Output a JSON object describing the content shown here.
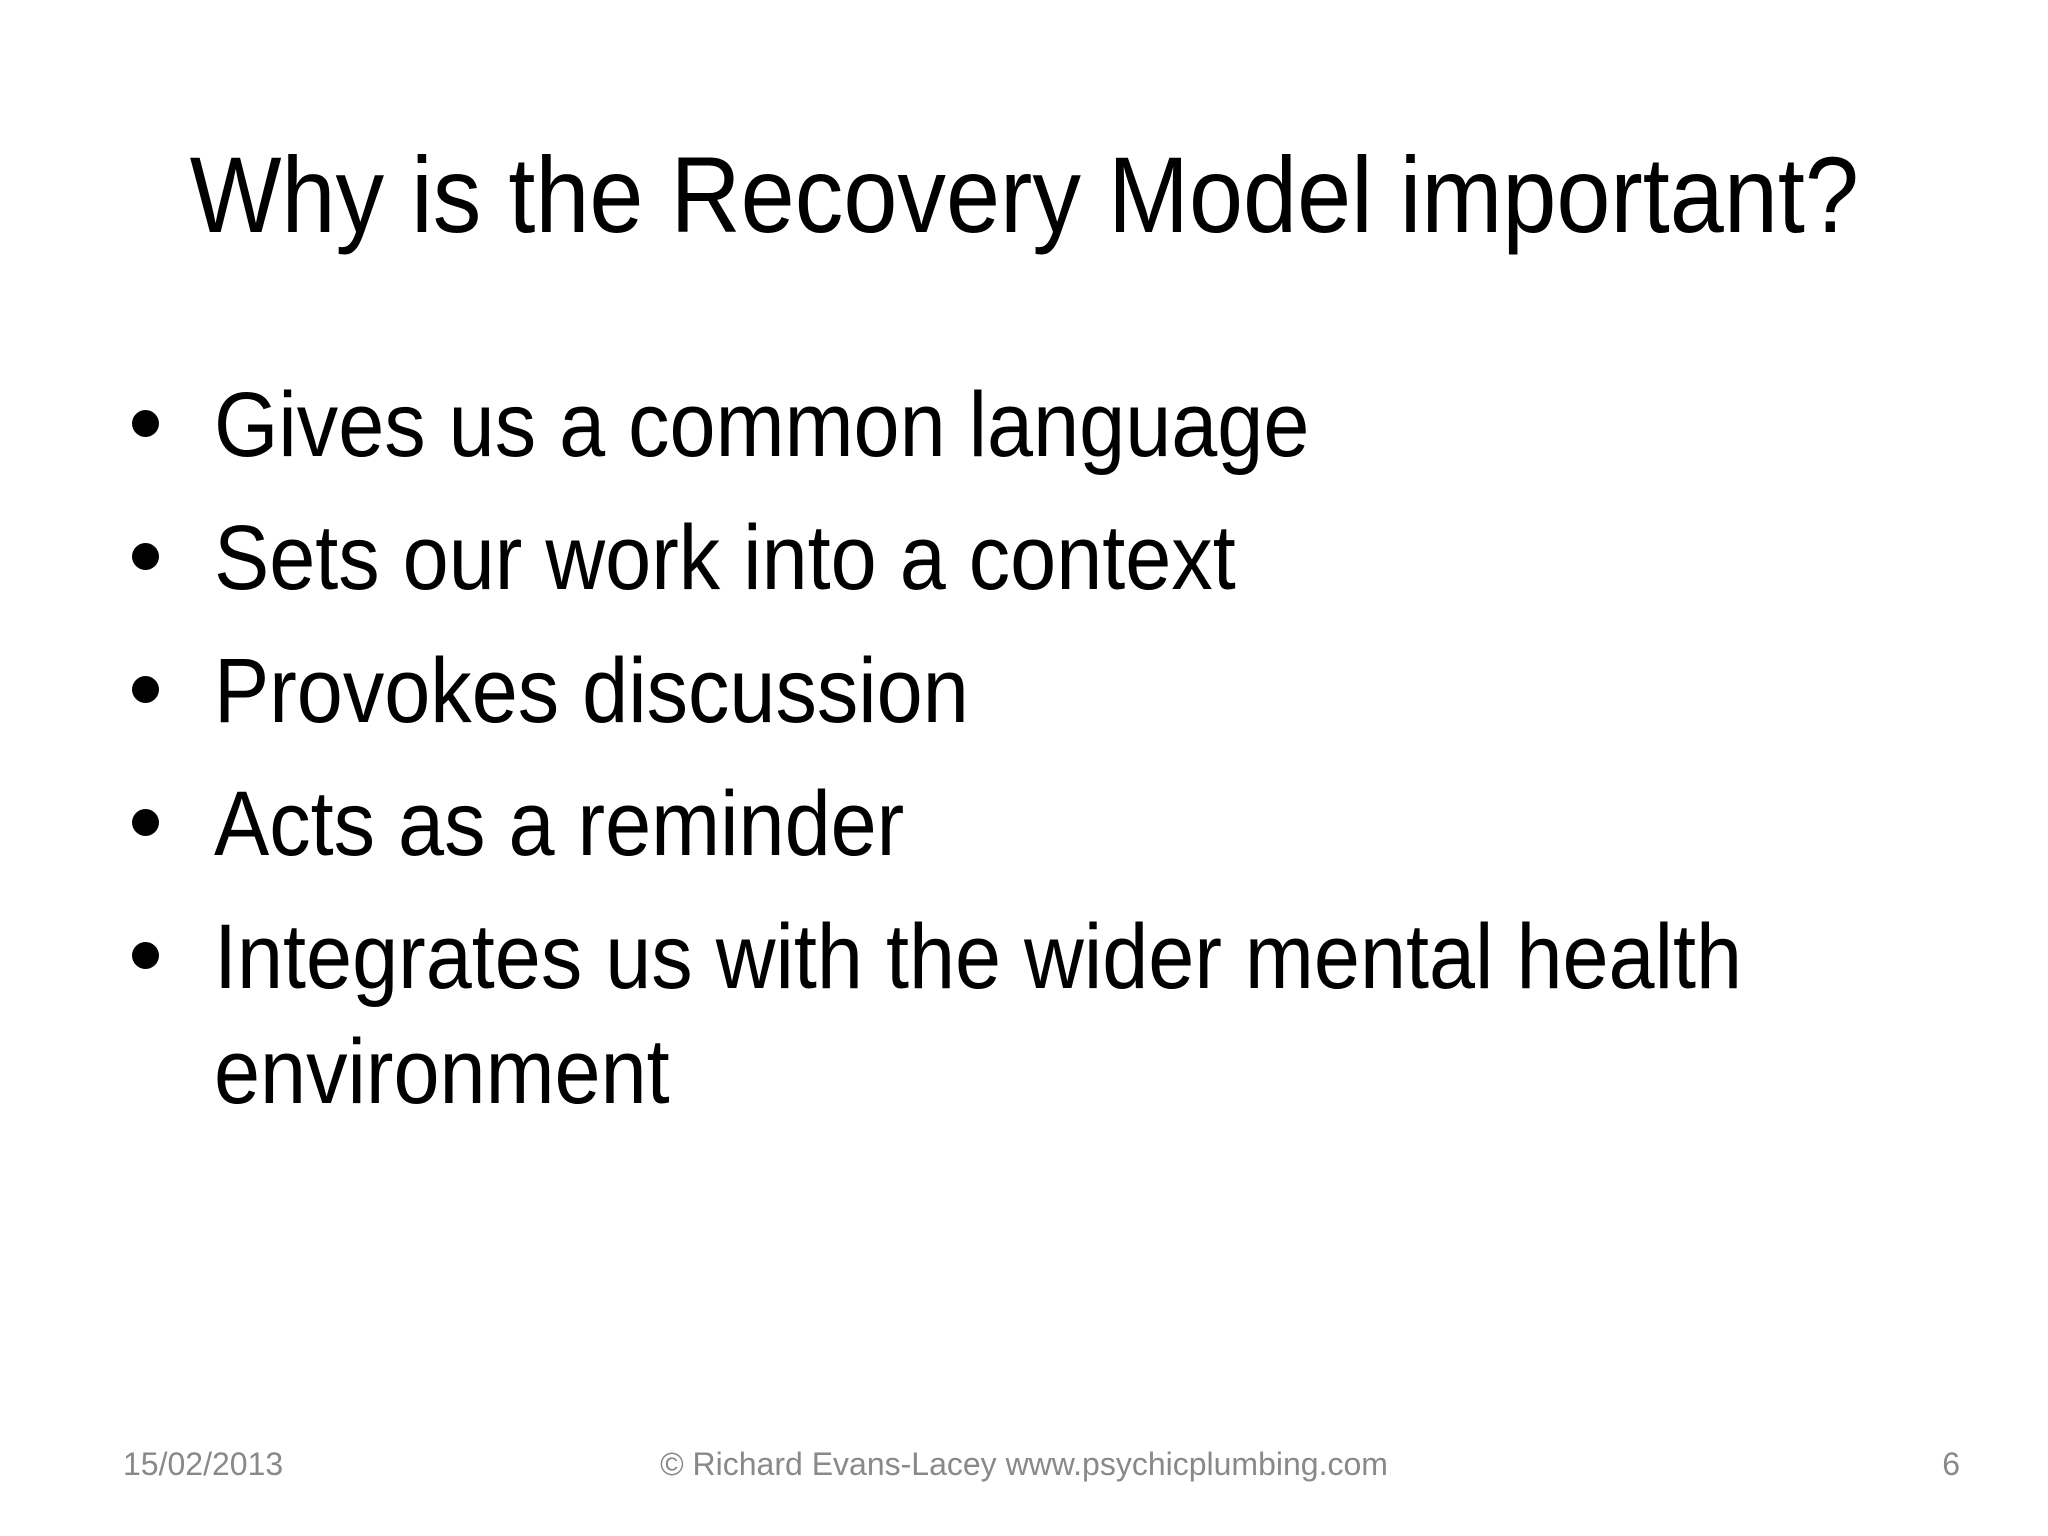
{
  "slide": {
    "title": "Why is the Recovery Model important?",
    "bullets": [
      "Gives us a common language",
      "Sets our work into a context",
      "Provokes discussion",
      "Acts as a reminder",
      "Integrates us with the wider mental health environment"
    ],
    "bullet_icon": "filled-circle",
    "footer": {
      "date": "15/02/2013",
      "copyright": "© Richard Evans-Lacey www.psychicplumbing.com",
      "page_number": "6"
    },
    "colors": {
      "background": "#ffffff",
      "text": "#000000",
      "footer_text": "#898989"
    }
  }
}
